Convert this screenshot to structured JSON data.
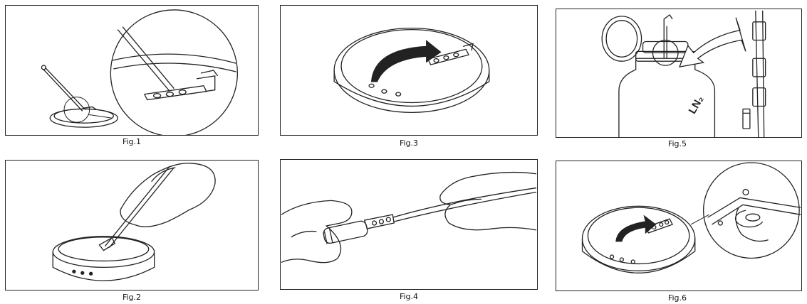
{
  "figures": [
    {
      "id": "fig1",
      "caption": "Fig.1"
    },
    {
      "id": "fig2",
      "caption": "Fig.2"
    },
    {
      "id": "fig3",
      "caption": "Fig.3"
    },
    {
      "id": "fig4",
      "caption": "Fig.4"
    },
    {
      "id": "fig5",
      "caption": "Fig.5",
      "label": "LN₂"
    },
    {
      "id": "fig6",
      "caption": "Fig.6"
    }
  ]
}
